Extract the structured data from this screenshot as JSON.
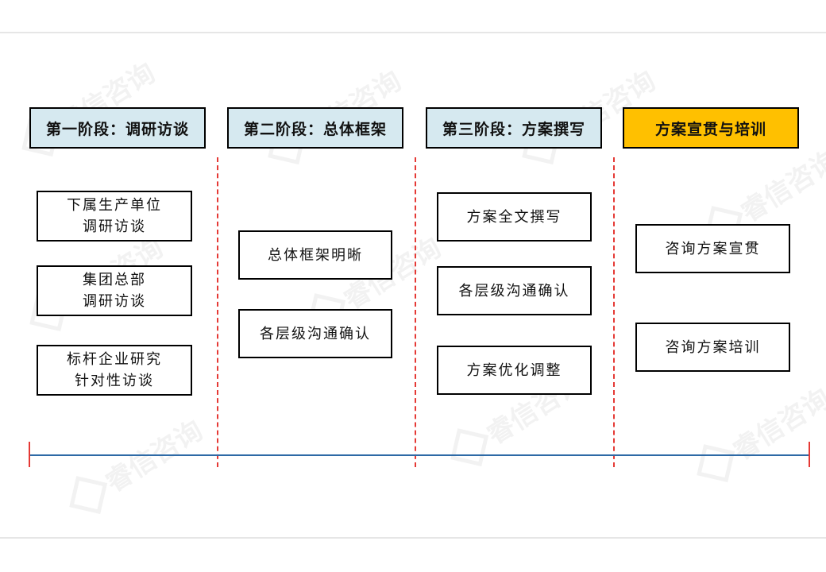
{
  "watermark_text": "睿信咨询",
  "accent_color": "#FFC000",
  "header_fill": "#D6E9F0",
  "phases": [
    {
      "title": "第一阶段：调研访谈",
      "items": [
        "下属生产单位\n调研访谈",
        "集团总部\n调研访谈",
        "标杆企业研究\n针对性访谈"
      ]
    },
    {
      "title": "第二阶段：总体框架",
      "items": [
        "总体框架明晰",
        "各层级沟通确认"
      ]
    },
    {
      "title": "第三阶段：方案撰写",
      "items": [
        "方案全文撰写",
        "各层级沟通确认",
        "方案优化调整"
      ]
    },
    {
      "title": "方案宣贯与培训",
      "items": [
        "咨询方案宣贯",
        "咨询方案培训"
      ]
    }
  ]
}
